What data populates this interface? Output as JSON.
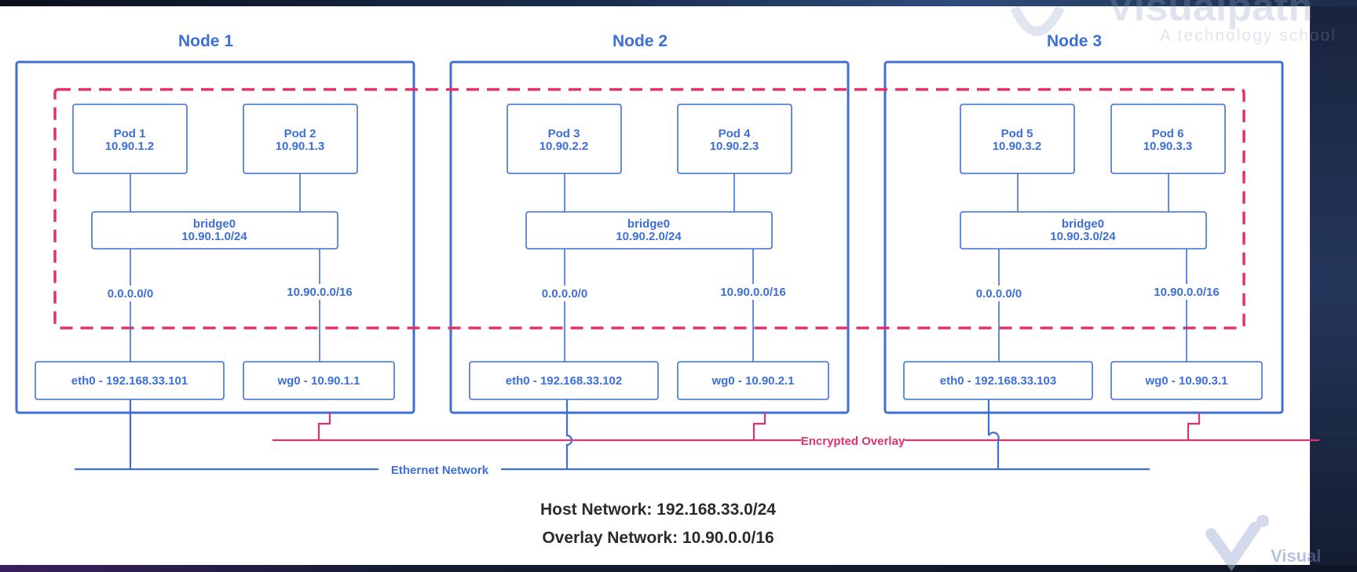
{
  "nodes": [
    {
      "title": "Node 1",
      "pods": [
        {
          "name": "Pod 1",
          "ip": "10.90.1.2"
        },
        {
          "name": "Pod 2",
          "ip": "10.90.1.3"
        }
      ],
      "bridge": {
        "name": "bridge0",
        "cidr": "10.90.1.0/24"
      },
      "route_default": "0.0.0.0/0",
      "route_overlay": "10.90.0.0/16",
      "eth": "eth0 - 192.168.33.101",
      "wg": "wg0 - 10.90.1.1"
    },
    {
      "title": "Node 2",
      "pods": [
        {
          "name": "Pod 3",
          "ip": "10.90.2.2"
        },
        {
          "name": "Pod 4",
          "ip": "10.90.2.3"
        }
      ],
      "bridge": {
        "name": "bridge0",
        "cidr": "10.90.2.0/24"
      },
      "route_default": "0.0.0.0/0",
      "route_overlay": "10.90.0.0/16",
      "eth": "eth0 - 192.168.33.102",
      "wg": "wg0 - 10.90.2.1"
    },
    {
      "title": "Node 3",
      "pods": [
        {
          "name": "Pod 5",
          "ip": "10.90.3.2"
        },
        {
          "name": "Pod 6",
          "ip": "10.90.3.3"
        }
      ],
      "bridge": {
        "name": "bridge0",
        "cidr": "10.90.3.0/24"
      },
      "route_default": "0.0.0.0/0",
      "route_overlay": "10.90.0.0/16",
      "eth": "eth0 - 192.168.33.103",
      "wg": "wg0 - 10.90.3.1"
    }
  ],
  "networks": {
    "overlay_label": "Encrypted Overlay",
    "ethernet_label": "Ethernet Network"
  },
  "footer": {
    "host": "Host Network: 192.168.33.0/24",
    "overlay": "Overlay Network: 10.90.0.0/16"
  },
  "watermark": {
    "brand": "Visualpath",
    "tagline": "A technology school",
    "logo_text": "Visual"
  },
  "colors": {
    "node_blue": "#3f6fd6",
    "title_blue": "#3c6fd8",
    "overlay_pink": "#e0336b",
    "dark_text": "#2b2b2b"
  }
}
